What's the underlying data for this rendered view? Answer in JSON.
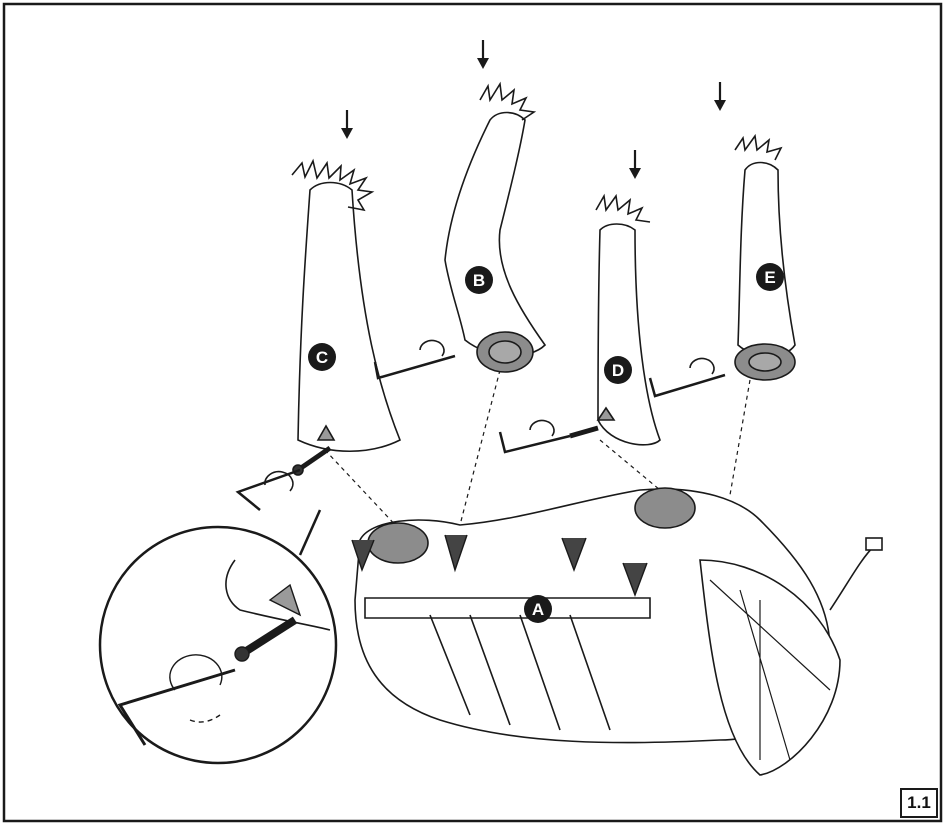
{
  "step_number": "1.1",
  "parts": [
    {
      "letter": "A",
      "name": "body"
    },
    {
      "letter": "B",
      "name": "leg-b"
    },
    {
      "letter": "C",
      "name": "leg-c"
    },
    {
      "letter": "D",
      "name": "leg-d"
    },
    {
      "letter": "E",
      "name": "leg-e"
    }
  ],
  "colors": {
    "line": "#1a1a1a",
    "plate": "#8c8c8c",
    "bg": "#ffffff"
  }
}
